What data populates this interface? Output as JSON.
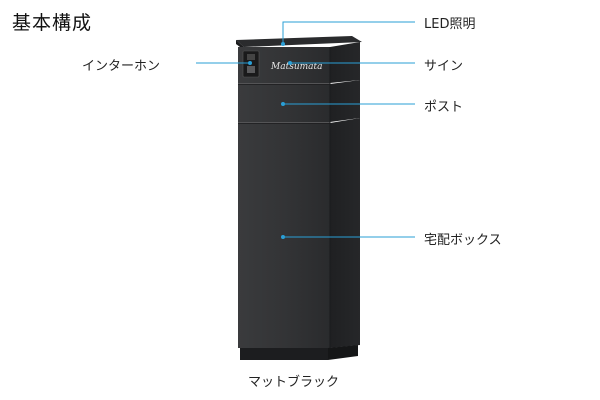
{
  "page": {
    "title": "基本構成",
    "caption": "マットブラック"
  },
  "callouts": {
    "led": "LED照明",
    "intercom": "インターホン",
    "sign": "サイン",
    "post": "ポスト",
    "delivery_box": "宅配ボックス"
  },
  "product": {
    "sign_text": "Matsumata",
    "body_color": "#2e2f31",
    "leader_color": "#2a9fd6"
  }
}
